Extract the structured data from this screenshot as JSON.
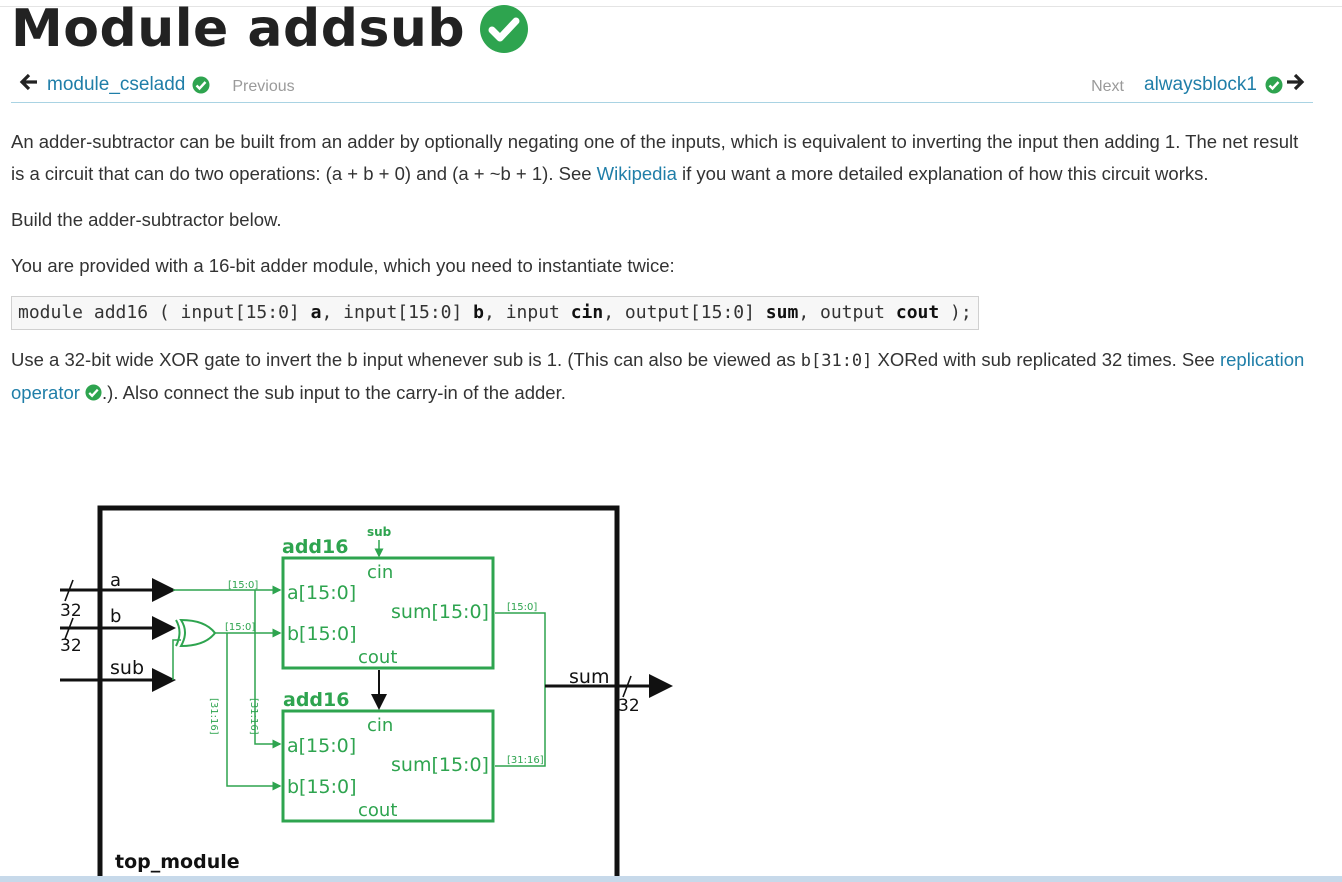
{
  "page": {
    "title": "Module addsub",
    "status_icon": "check-circle-icon",
    "accent_color": "#2ea44f",
    "link_color": "#1f7ea8"
  },
  "nav": {
    "prev_link": "module_cseladd",
    "prev_label": "Previous",
    "next_label": "Next",
    "next_link": "alwaysblock1"
  },
  "content": {
    "p1_a": "An adder-subtractor can be built from an adder by optionally negating one of the inputs, which is equivalent to inverting the input then adding 1. The net result is a circuit that can do two operations: (a + b + 0) and (a + ~b + 1). See ",
    "p1_link": "Wikipedia",
    "p1_b": " if you want a more detailed explanation of how this circuit works.",
    "p2": "Build the adder-subtractor below.",
    "p3": "You are provided with a 16-bit adder module, which you need to instantiate twice:",
    "code": {
      "t1": "module add16 ( input[15:0] ",
      "b1": "a",
      "t2": ", input[15:0] ",
      "b2": "b",
      "t3": ", input ",
      "b3": "cin",
      "t4": ", output[15:0] ",
      "b4": "sum",
      "t5": ", output ",
      "b5": "cout",
      "t6": " );"
    },
    "p4_a": "Use a 32-bit wide XOR gate to invert the b input whenever sub is 1. (This can also be viewed as ",
    "p4_code": "b[31:0]",
    "p4_b": " XORed with sub replicated 32 times. See ",
    "p4_link": "replication operator",
    "p4_c": ".). Also connect the sub input to the carry-in of the adder."
  },
  "diagram": {
    "module_label": "top_module",
    "add16_upper": "add16",
    "add16_lower": "add16",
    "sub_top": "sub",
    "port_cin": "cin",
    "port_a": "a[15:0]",
    "port_b": "b[15:0]",
    "port_sum": "sum[15:0]",
    "port_cout": "cout",
    "in_a": "a",
    "in_b": "b",
    "in_sub": "sub",
    "out_sum": "sum",
    "width_32": "32",
    "slice_low": "[15:0]",
    "slice_high": "[31:16]",
    "wire_green": "#2ea44f",
    "wire_black": "#111111"
  }
}
